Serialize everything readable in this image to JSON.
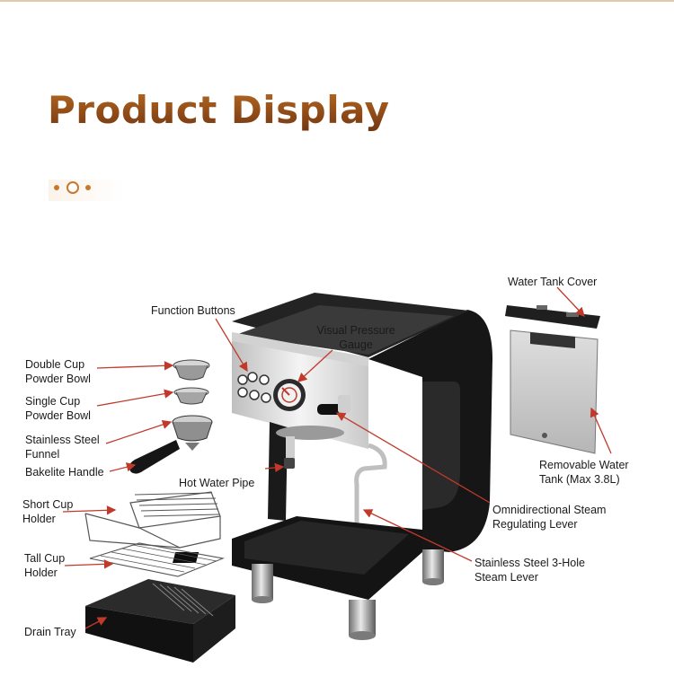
{
  "header": {
    "title": "Product Display"
  },
  "labels": {
    "function_buttons": "Function Buttons",
    "visual_pressure_gauge": "Visual Pressure\nGauge",
    "water_tank_cover": "Water Tank Cover",
    "double_cup_powder_bowl": "Double Cup\nPowder Bowl",
    "single_cup_powder_bowl": "Single Cup\nPowder Bowl",
    "stainless_steel_funnel": "Stainless Steel\nFunnel",
    "bakelite_handle": "Bakelite Handle",
    "hot_water_pipe": "Hot Water Pipe",
    "removable_water_tank": "Removable Water\nTank (Max 3.8L)",
    "omnidirectional_steam_lever": "Omnidirectional Steam\nRegulating Lever",
    "short_cup_holder": "Short Cup\nHolder",
    "tall_cup_holder": "Tall Cup\nHolder",
    "stainless_steel_steam_lever": "Stainless Steel 3-Hole\nSteam Lever",
    "drain_tray": "Drain Tray"
  },
  "colors": {
    "title_gradient_top": "#b76a22",
    "title_gradient_bottom": "#6f3712",
    "accent_dots": "#c8782e",
    "callout_line": "#c0392b",
    "machine_body": "#1c1c1c",
    "panel_silver": "#e4e4e4"
  },
  "icons": [
    "carousel-dot",
    "carousel-dot-active",
    "carousel-dot"
  ]
}
